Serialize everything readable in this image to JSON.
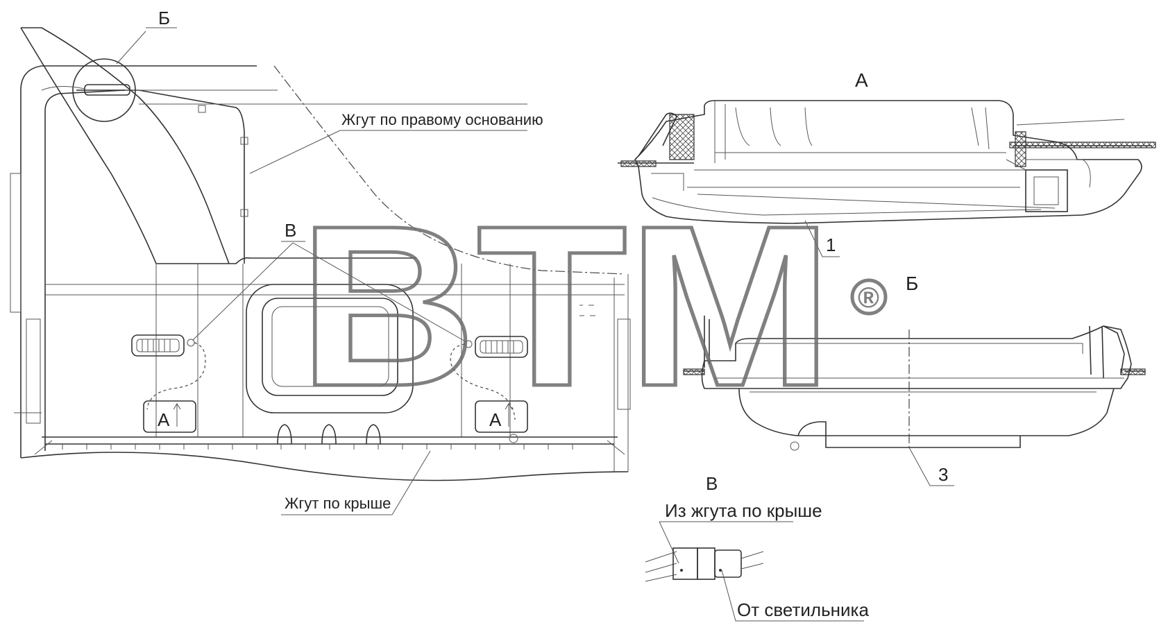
{
  "callouts": {
    "view_b_top": "Б",
    "view_a": "А",
    "view_b_right": "Б",
    "view_v_top": "В",
    "view_v_bottom": "В",
    "mark_a_left": "А",
    "mark_a_right": "А",
    "item_1": "1",
    "item_3": "3"
  },
  "labels": {
    "right_base_harness": "Жгут по правому основанию",
    "roof_harness": "Жгут по крыше",
    "from_roof_harness": "Из жгута по крыше",
    "from_lamp": "От светильника"
  },
  "watermark": {
    "text": "BTM",
    "registered_mark": "®"
  }
}
